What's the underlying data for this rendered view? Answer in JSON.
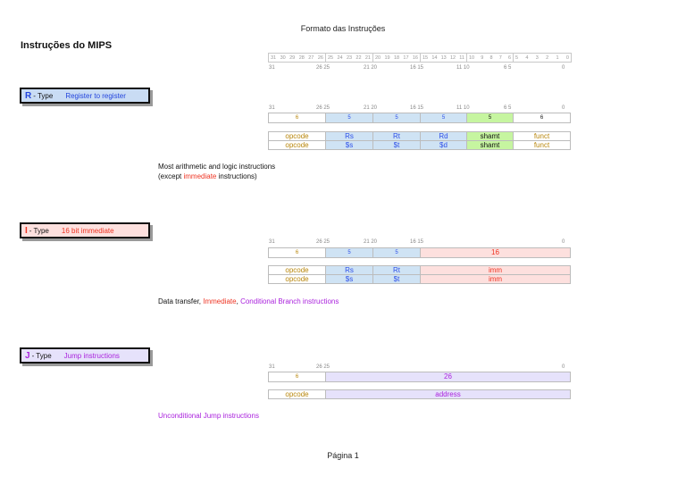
{
  "document_title": "Formato das Instruções",
  "heading": "Instruções do MIPS",
  "footer": "Página 1",
  "ruler": {
    "groups": [
      [
        "31",
        "30",
        "29",
        "28",
        "27",
        "26"
      ],
      [
        "25",
        "24",
        "23",
        "22",
        "21"
      ],
      [
        "20",
        "19",
        "18",
        "17",
        "16"
      ],
      [
        "15",
        "14",
        "13",
        "12",
        "11"
      ],
      [
        "10",
        "9",
        "8",
        "7",
        "6"
      ],
      [
        "5",
        "4",
        "3",
        "2",
        "1",
        "0"
      ]
    ],
    "labels": [
      "31",
      "26 25",
      "21 20",
      "16 15",
      "11 10",
      "6 5",
      "0"
    ]
  },
  "r_type": {
    "letter": "R",
    "type_label": "- Type",
    "description": "Register to register",
    "bit_labels": [
      "31",
      "26 25",
      "21 20",
      "16 15",
      "11 10",
      "6 5",
      "0"
    ],
    "widths": [
      "6",
      "5",
      "5",
      "5",
      "5",
      "6"
    ],
    "fields_row1": [
      "opcode",
      "Rs",
      "Rt",
      "Rd",
      "shamt",
      "funct"
    ],
    "fields_row2": [
      "opcode",
      "$s",
      "$t",
      "$d",
      "shamt",
      "funct"
    ],
    "note_line1": "Most arithmetic and logic instructions",
    "note_line2_pre": "(except ",
    "note_line2_highlight": "immediate",
    "note_line2_post": " instructions)"
  },
  "i_type": {
    "letter": "I",
    "type_label": "- Type",
    "description": "16 bit immediate",
    "bit_labels": [
      "31",
      "26 25",
      "21 20",
      "16 15",
      "0"
    ],
    "widths": [
      "6",
      "5",
      "5",
      "16"
    ],
    "fields_row1": [
      "opcode",
      "Rs",
      "Rt",
      "imm"
    ],
    "fields_row2": [
      "opcode",
      "$s",
      "$t",
      "imm"
    ],
    "note_pre": "Data transfer, ",
    "note_red": "Immediate",
    "note_sep": ", ",
    "note_purple": "Conditional Branch instructions"
  },
  "j_type": {
    "letter": "J",
    "type_label": "- Type",
    "description": "Jump instructions",
    "bit_labels": [
      "31",
      "26 25",
      "0"
    ],
    "widths": [
      "6",
      "26"
    ],
    "fields_row1": [
      "opcode",
      "address"
    ],
    "note": "Unconditional Jump instructions"
  },
  "colors": {
    "r_accent": "#2244dd",
    "i_accent": "#ee3322",
    "j_accent": "#aa22dd",
    "opcode": "#b8860b",
    "register_bg": "#cfe3f4",
    "shamt_bg": "#c6f5a0",
    "imm_bg": "#fde0de",
    "address_bg": "#e6e2fb"
  }
}
